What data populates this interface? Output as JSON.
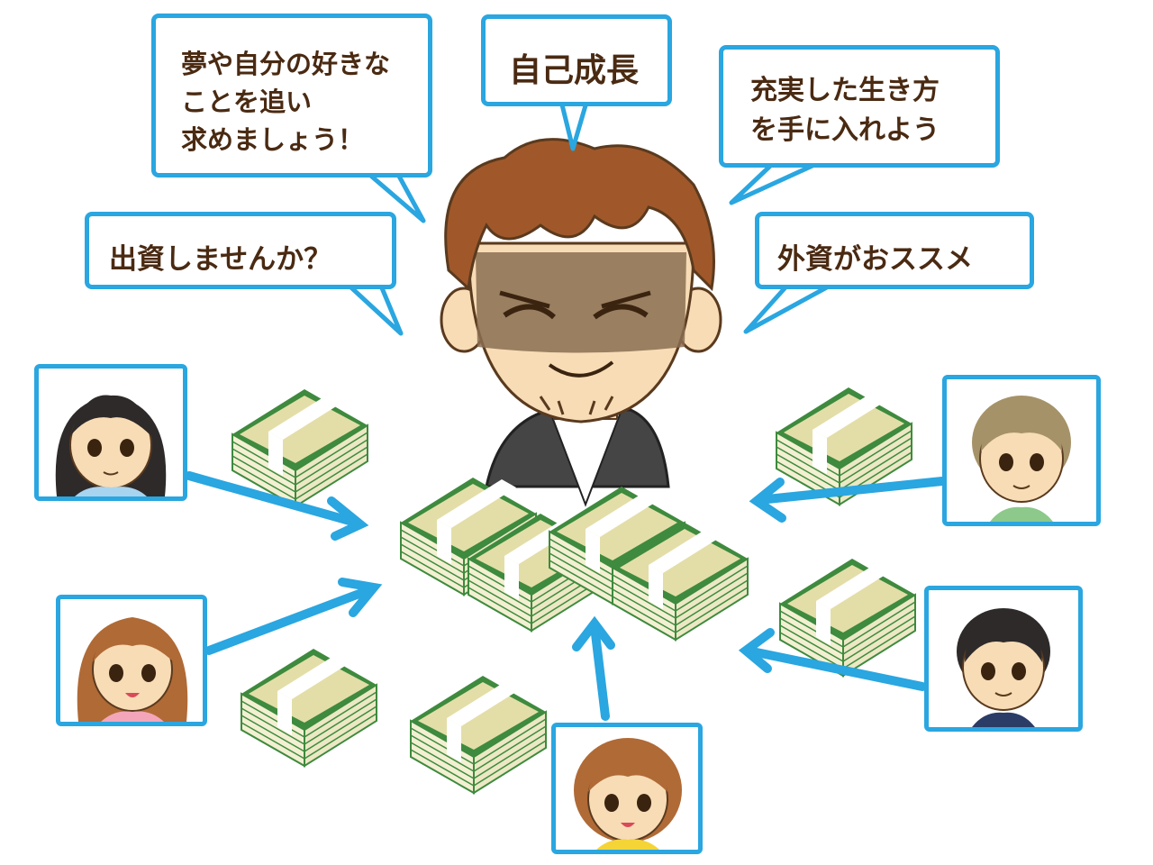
{
  "bubbles": {
    "pursue_dreams": [
      "夢や自分の好きな",
      "ことを追い",
      "求めましょう！"
    ],
    "self_growth": "自己成長",
    "fulfilling_life": [
      "充実した生き方",
      "を手に入れよう"
    ],
    "invest": "出資しませんか？",
    "foreign_capital": "外資がおススメ"
  },
  "colors": {
    "frame_blue": "#2aa6e0",
    "text_brown": "#4a2a12",
    "money_green": "#3e8a3e",
    "money_paper": "#e7e2b3",
    "hair_brown": "#a0582a"
  },
  "icons": [
    "money-stack-icon",
    "arrow-icon",
    "investor-portrait-icon",
    "businessman-icon"
  ]
}
